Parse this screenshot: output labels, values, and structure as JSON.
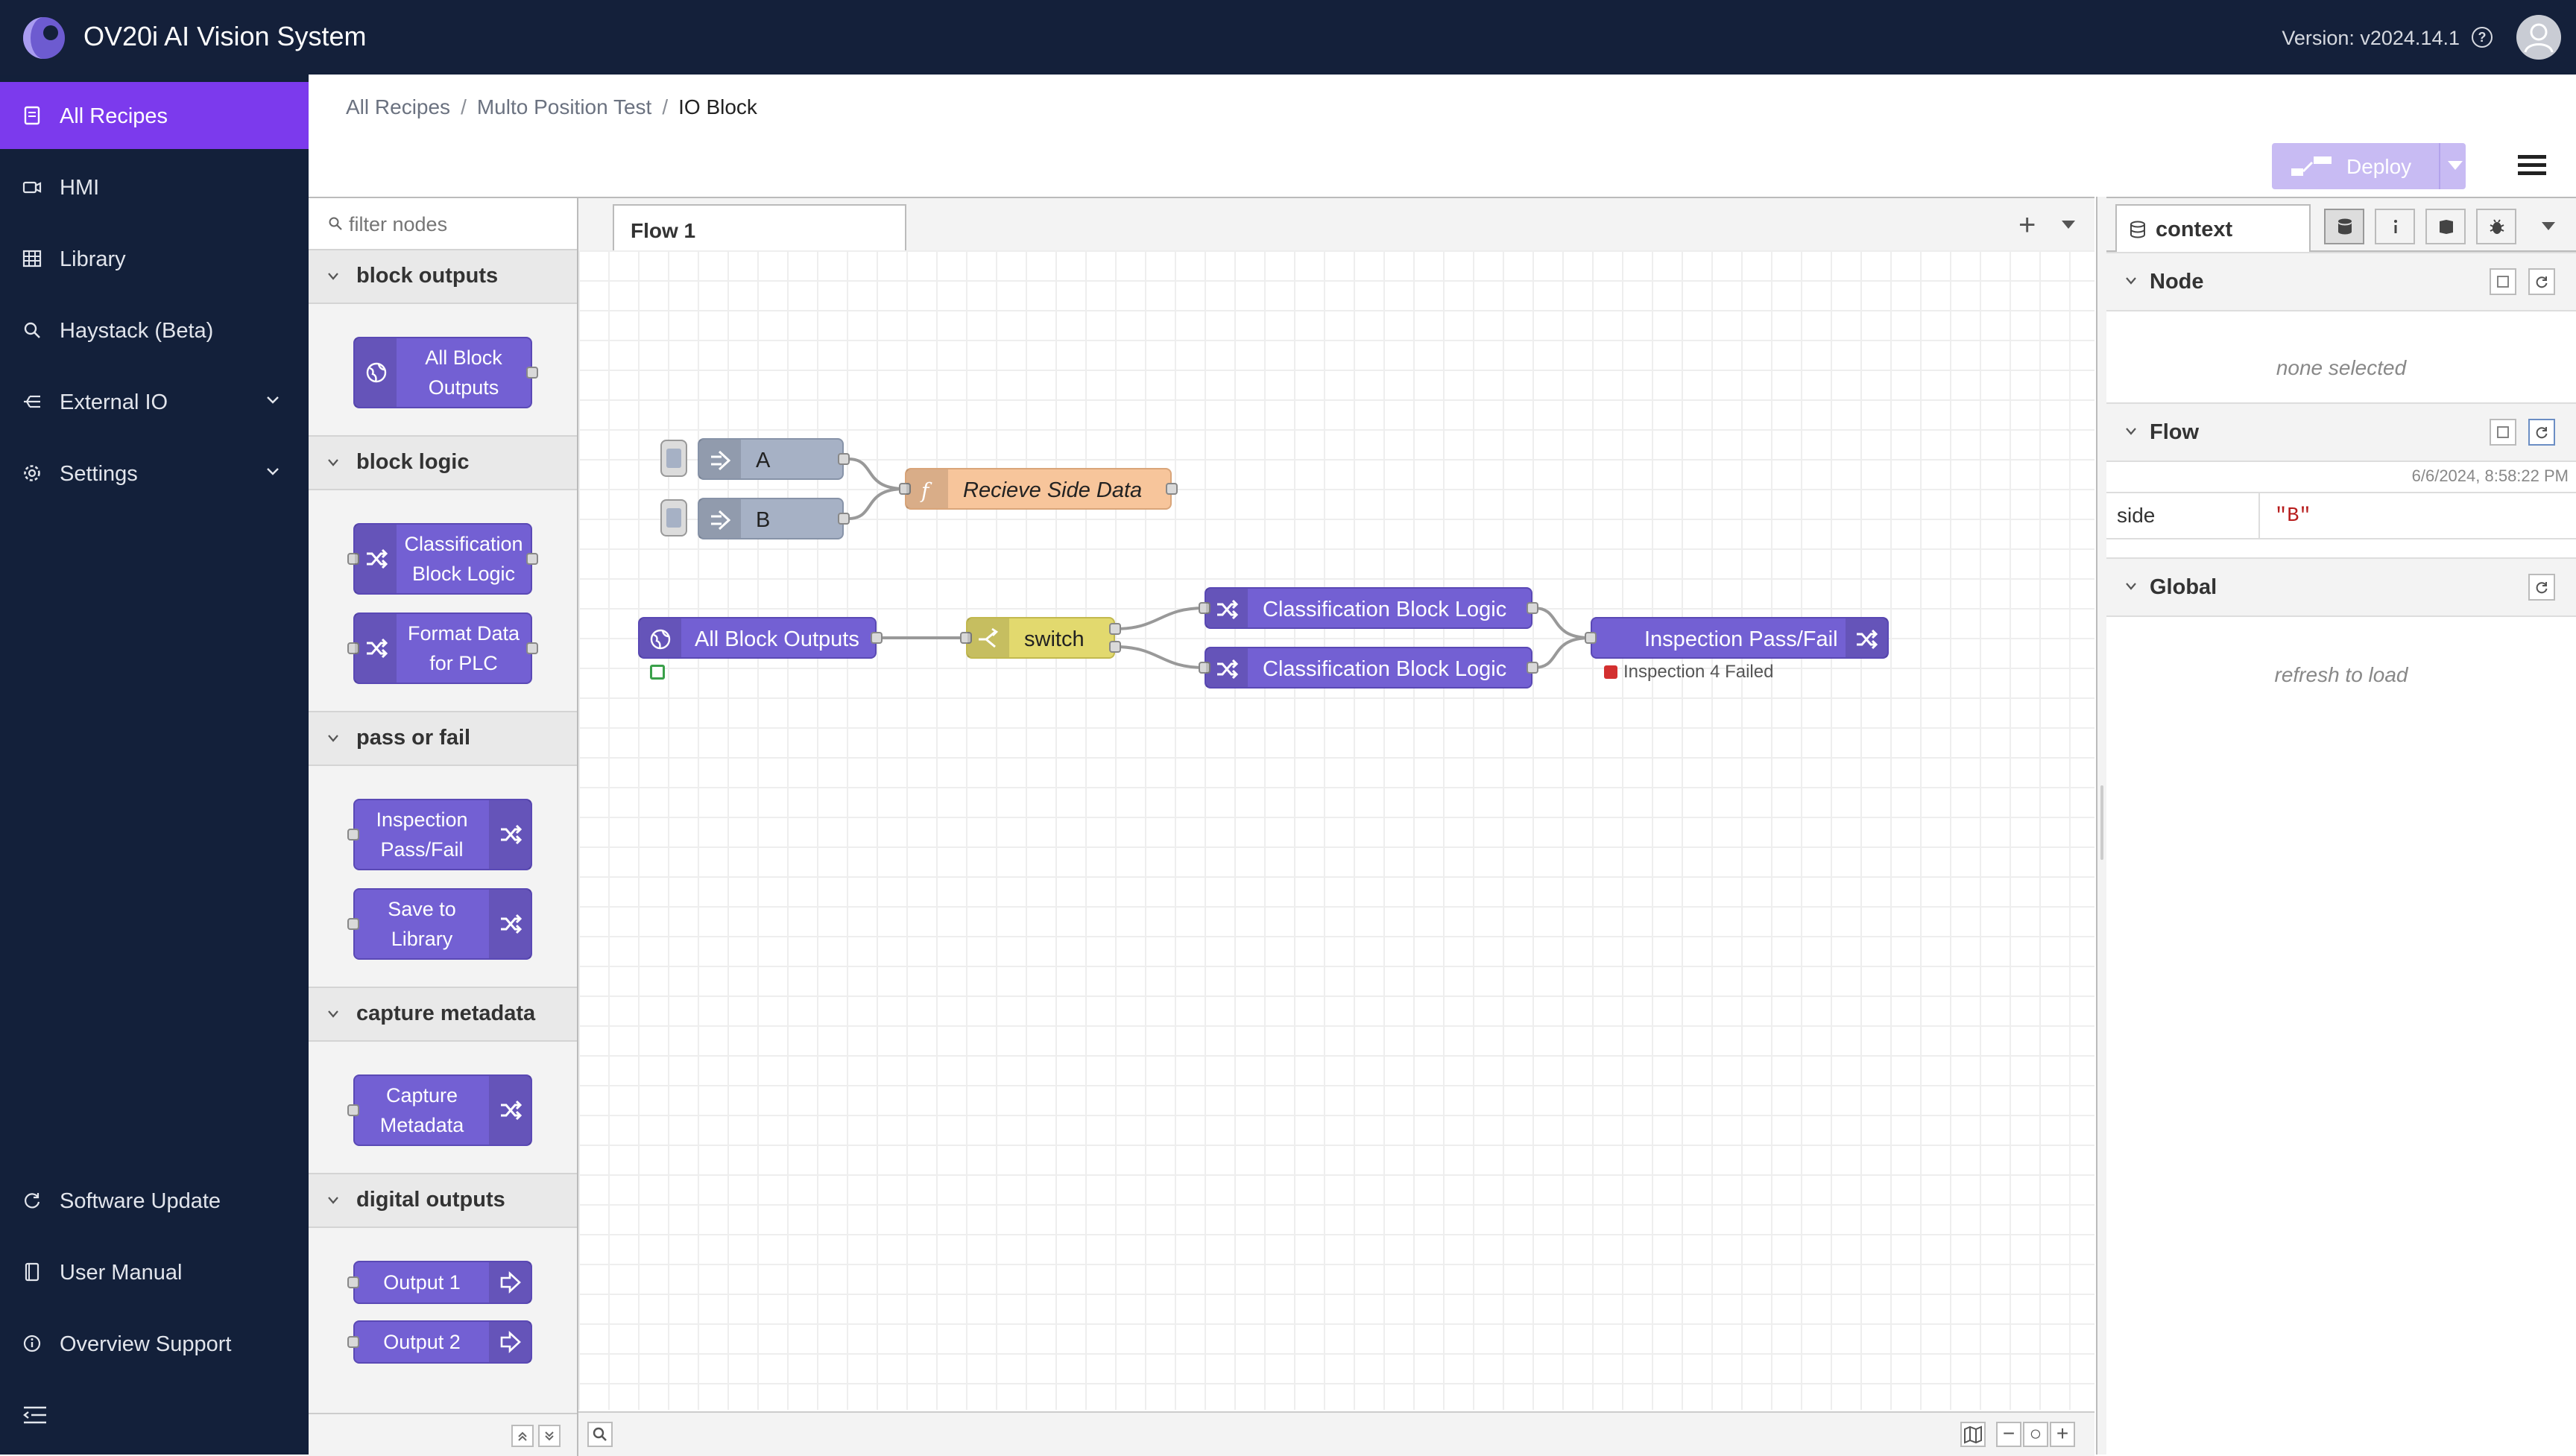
{
  "app": {
    "title": "OV20i AI Vision System",
    "version": "Version: v2024.14.1",
    "accent_color": "#7c3aed",
    "header_color": "#14203a"
  },
  "sidebar": {
    "items": [
      {
        "label": "All Recipes",
        "icon": "recipes-icon",
        "active": true
      },
      {
        "label": "HMI",
        "icon": "camera-icon"
      },
      {
        "label": "Library",
        "icon": "grid-icon"
      },
      {
        "label": "Haystack (Beta)",
        "icon": "search-icon"
      },
      {
        "label": "External IO",
        "icon": "io-icon"
      },
      {
        "label": "Settings",
        "icon": "gear-icon"
      }
    ],
    "bottom_items": [
      {
        "label": "Software Update",
        "icon": "refresh-icon"
      },
      {
        "label": "User Manual",
        "icon": "book-icon"
      },
      {
        "label": "Overview Support",
        "icon": "info-icon"
      }
    ]
  },
  "breadcrumb": [
    "All Recipes",
    "Multo Position Test",
    "IO Block"
  ],
  "toolbar": {
    "deploy_label": "Deploy"
  },
  "palette": {
    "filter_placeholder": "filter nodes",
    "categories": [
      {
        "name": "block outputs",
        "nodes": [
          "All Block Outputs"
        ]
      },
      {
        "name": "block logic",
        "nodes": [
          "Classification Block Logic",
          "Format Data for PLC"
        ]
      },
      {
        "name": "pass or fail",
        "nodes": [
          "Inspection Pass/Fail",
          "Save to Library"
        ]
      },
      {
        "name": "capture metadata",
        "nodes": [
          "Capture Metadata"
        ]
      },
      {
        "name": "digital outputs",
        "nodes": [
          "Output 1",
          "Output 2"
        ]
      }
    ]
  },
  "workspace": {
    "tab": "Flow 1",
    "nodes": {
      "inject_a": "A",
      "inject_b": "B",
      "function": "Recieve Side Data",
      "all_outputs": "All Block Outputs",
      "switch": "switch",
      "class_logic_1": "Classification Block Logic",
      "class_logic_2": "Classification Block Logic",
      "pass_fail": "Inspection Pass/Fail"
    },
    "status_text": "Inspection 4 Failed",
    "node_colors": {
      "logic": "#7360d3",
      "inject": "#a6b1c5",
      "function": "#f7c59b",
      "switch": "#e2d96e"
    }
  },
  "context_panel": {
    "tab": "context",
    "node": {
      "title": "Node",
      "empty": "none selected"
    },
    "flow": {
      "title": "Flow",
      "timestamp": "6/6/2024, 8:58:22 PM",
      "key": "side",
      "value": "\"B\""
    },
    "global": {
      "title": "Global",
      "empty": "refresh to load"
    }
  }
}
